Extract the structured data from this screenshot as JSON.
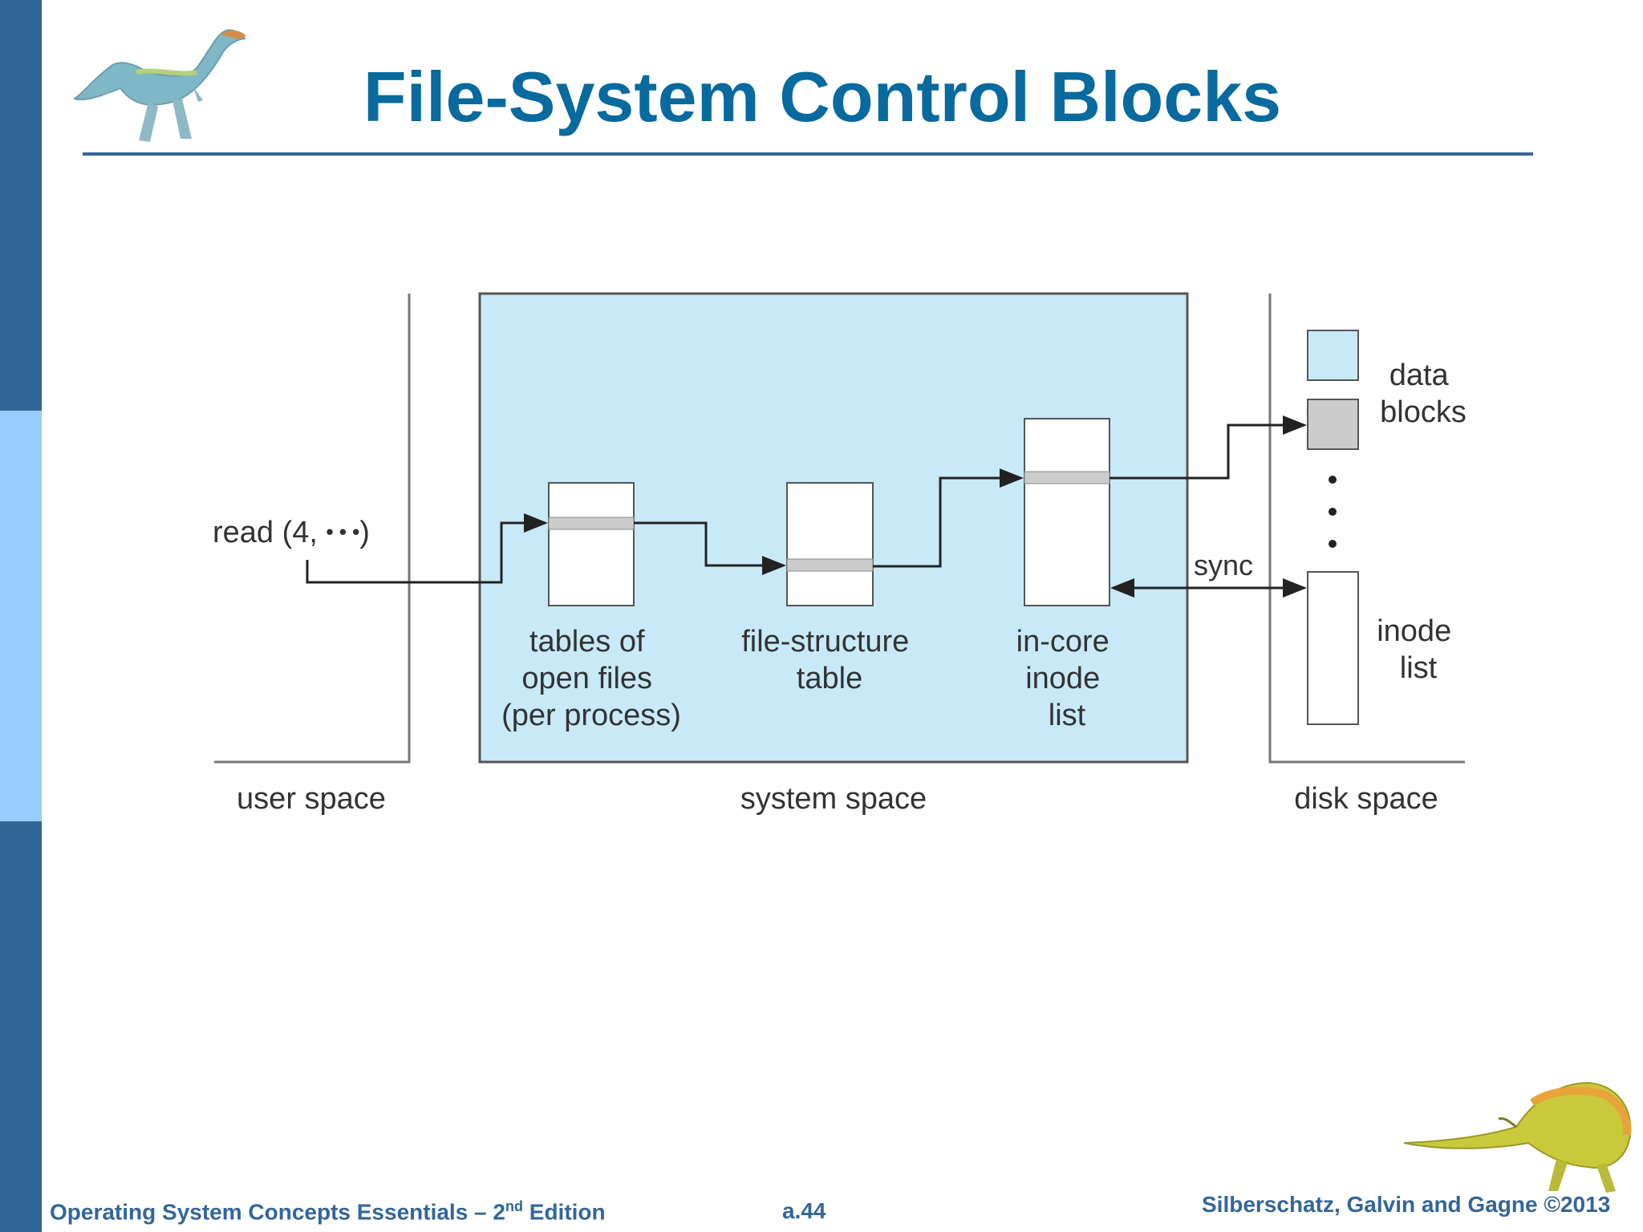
{
  "slide": {
    "title": "File-System Control Blocks",
    "footer_left_prefix": "Operating System Concepts Essentials – 2",
    "footer_left_sup": "nd",
    "footer_left_suffix": " Edition",
    "footer_center": "a.44",
    "footer_right": "Silberschatz, Galvin and Gagne ©2013"
  },
  "diagram": {
    "call": "read (4, ",
    "call_dots": "• • •",
    "call_close": ")",
    "open_files_label": [
      "tables of",
      "open files",
      "(per process)"
    ],
    "file_structure_label": [
      "file-structure",
      "table"
    ],
    "in_core_label": [
      "in-core",
      "inode",
      "list"
    ],
    "sync_label": "sync",
    "data_blocks_label": [
      "data",
      "blocks"
    ],
    "inode_list_label": [
      "inode",
      "list"
    ],
    "user_space": "user space",
    "system_space": "system space",
    "disk_space": "disk space"
  },
  "colors": {
    "accent": "#086a9e",
    "sidebar": "#336699",
    "sidebar_light": "#99ccff",
    "system_space_fill": "#c8e9f8",
    "data_block_gray": "#cccccc"
  }
}
